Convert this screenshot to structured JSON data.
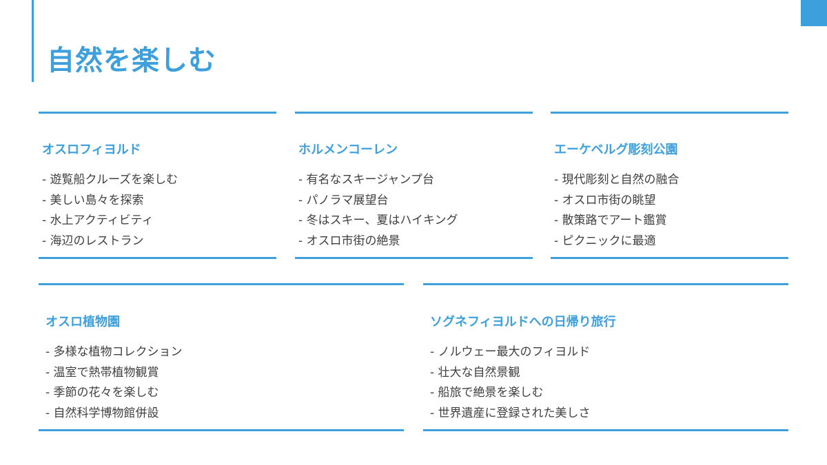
{
  "page": {
    "title": "自然を楽しむ"
  },
  "colors": {
    "accent": "#3d9fdc",
    "text": "#404040",
    "background": "#ffffff"
  },
  "cards": [
    {
      "title": "オスロフィヨルド",
      "items": [
        "遊覧船クルーズを楽しむ",
        "美しい島々を探索",
        "水上アクティビティ",
        "海辺のレストラン"
      ]
    },
    {
      "title": "ホルメンコーレン",
      "items": [
        "有名なスキージャンプ台",
        "パノラマ展望台",
        "冬はスキー、夏はハイキング",
        "オスロ市街の絶景"
      ]
    },
    {
      "title": "エーケベルグ彫刻公園",
      "items": [
        "現代彫刻と自然の融合",
        "オスロ市街の眺望",
        "散策路でアート鑑賞",
        "ピクニックに最適"
      ]
    },
    {
      "title": "オスロ植物園",
      "items": [
        "多様な植物コレクション",
        "温室で熱帯植物観賞",
        "季節の花々を楽しむ",
        "自然科学博物館併設"
      ]
    },
    {
      "title": "ソグネフィヨルドへの日帰り旅行",
      "items": [
        "ノルウェー最大のフィヨルド",
        "壮大な自然景観",
        "船旅で絶景を楽しむ",
        "世界遺産に登録された美しさ"
      ]
    }
  ]
}
